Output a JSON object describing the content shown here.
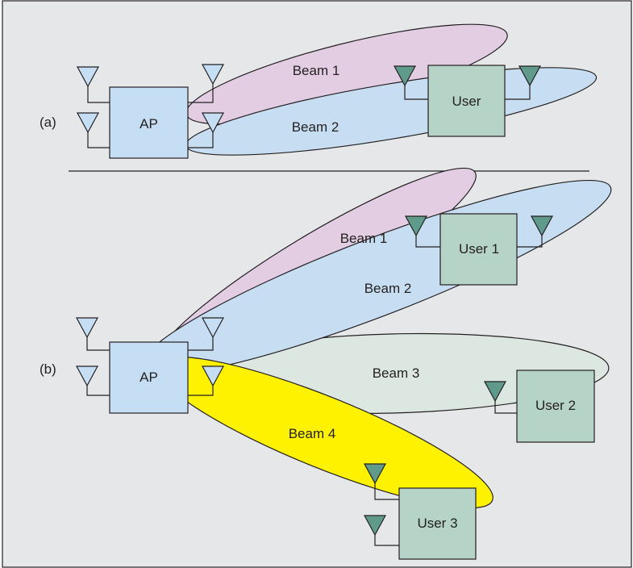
{
  "colors": {
    "background": "#e6e7e8",
    "frame": "#231f20",
    "ap_fill": "#c6def3",
    "user_fill": "#b6d3c8",
    "user_antenna": "#5f9a8a",
    "beam_pink": "#e2cde3",
    "beam_blue": "#c7def2",
    "beam_grey": "#dde7e2",
    "beam_yellow": "#fff200"
  },
  "panel_a": {
    "label": "(a)",
    "ap": "AP",
    "user": "User",
    "beams": [
      "Beam 1",
      "Beam 2"
    ]
  },
  "panel_b": {
    "label": "(b)",
    "ap": "AP",
    "users": [
      "User 1",
      "User 2",
      "User 3"
    ],
    "beams": [
      "Beam 1",
      "Beam 2",
      "Beam 3",
      "Beam 4"
    ]
  }
}
